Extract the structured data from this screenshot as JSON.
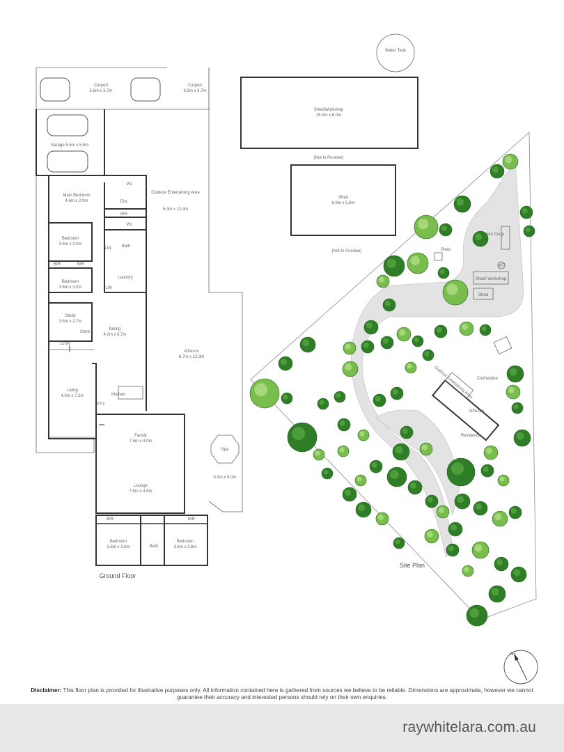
{
  "floor_plan": {
    "title": "Ground Floor",
    "rooms": [
      {
        "id": "carport1",
        "name": "Carport",
        "dims": "5.6m x 3.7m"
      },
      {
        "id": "carport2",
        "name": "Carport",
        "dims": "9.3m x 3.7m"
      },
      {
        "id": "garage",
        "name": "Garage 5.5m x 5.5m",
        "dims": ""
      },
      {
        "id": "main-bedroom",
        "name": "Main Bedroom",
        "dims": "4.6m x 2.9m"
      },
      {
        "id": "ens",
        "name": "Ens",
        "dims": ""
      },
      {
        "id": "wc1",
        "name": "Wc",
        "dims": ""
      },
      {
        "id": "wc2",
        "name": "Wc",
        "dims": ""
      },
      {
        "id": "bir1",
        "name": "BIR",
        "dims": ""
      },
      {
        "id": "outdoor",
        "name": "Outdoor Entertaining Area",
        "dims": "5.4m x 13.4m"
      },
      {
        "id": "bedroom1",
        "name": "Bedroom",
        "dims": "3.6m x 3.0m"
      },
      {
        "id": "bath1",
        "name": "Bath",
        "dims": ""
      },
      {
        "id": "lin1",
        "name": "LIN",
        "dims": ""
      },
      {
        "id": "bir2",
        "name": "BIR",
        "dims": ""
      },
      {
        "id": "bir3",
        "name": "BIR",
        "dims": ""
      },
      {
        "id": "bedroom2",
        "name": "Bedroom",
        "dims": "3.6m x 3.0m"
      },
      {
        "id": "laundry",
        "name": "Laundry",
        "dims": ""
      },
      {
        "id": "lin2",
        "name": "LIN",
        "dims": ""
      },
      {
        "id": "study",
        "name": "Study",
        "dims": "3.6m x 2.7m"
      },
      {
        "id": "store",
        "name": "Store",
        "dims": ""
      },
      {
        "id": "dining",
        "name": "Dining",
        "dims": "4.0m x 6.7m"
      },
      {
        "id": "entry",
        "name": "Entry",
        "dims": ""
      },
      {
        "id": "alfresco",
        "name": "Alfresco",
        "dims": "8.7m x 12.3m"
      },
      {
        "id": "living",
        "name": "Living",
        "dims": "4.0m x 7.2m"
      },
      {
        "id": "kitchen",
        "name": "Kitchen",
        "dims": ""
      },
      {
        "id": "pty",
        "name": "PTY",
        "dims": ""
      },
      {
        "id": "family",
        "name": "Family",
        "dims": "7.5m x 4.0m"
      },
      {
        "id": "spa",
        "name": "Spa",
        "dims": ""
      },
      {
        "id": "spa-area",
        "name": "",
        "dims": "5.0m x 6.0m"
      },
      {
        "id": "lounge",
        "name": "Lounge",
        "dims": "7.5m x 4.5m"
      },
      {
        "id": "bir4",
        "name": "BIR",
        "dims": ""
      },
      {
        "id": "bir5",
        "name": "BIR",
        "dims": ""
      },
      {
        "id": "bedroom3",
        "name": "Bedroom",
        "dims": "3.6m x 3.6m"
      },
      {
        "id": "bath2",
        "name": "Bath",
        "dims": ""
      },
      {
        "id": "bedroom4",
        "name": "Bedroom",
        "dims": "3.6m x 3.6m"
      }
    ],
    "outbuildings": [
      {
        "id": "shed-workshop",
        "name": "Shed/Workshop",
        "dims": "15.0m x 6.0m",
        "note": "(Not In Position)"
      },
      {
        "id": "shed",
        "name": "Shed",
        "dims": "8.9m x 5.9m",
        "note": "(Not In Position)"
      },
      {
        "id": "water-tank",
        "name": "Water Tank",
        "dims": "",
        "note": ""
      }
    ]
  },
  "site_plan": {
    "title": "Site Plan",
    "labels": {
      "chicken_coop": "Chicken Coop",
      "wt": "WT",
      "shed_workshop": "Shed/ Workshop",
      "shed": "Shed",
      "shed_top": "Shed",
      "clothesline": "Clothesline",
      "entertaining": "Outdoor Entertaining Area",
      "alfresco": "Alfresco",
      "residence": "Residence"
    }
  },
  "compass": {
    "label": "N"
  },
  "disclaimer": {
    "heading": "Disclaimer:",
    "text": "This floor plan is provided for illustrative purposes only. All information contained here is gathered from sources we believe to be reliable. Dimensions are approximate, however we cannot guarantee their accuracy and interested persons should rely on their own enquiries."
  },
  "footer": {
    "website": "raywhitelara.com.au"
  },
  "colors": {
    "tree_dark": "#2f7d26",
    "tree_light": "#79bd4d",
    "path": "#e3e3e3",
    "footer_bg": "#e8e8e9"
  }
}
